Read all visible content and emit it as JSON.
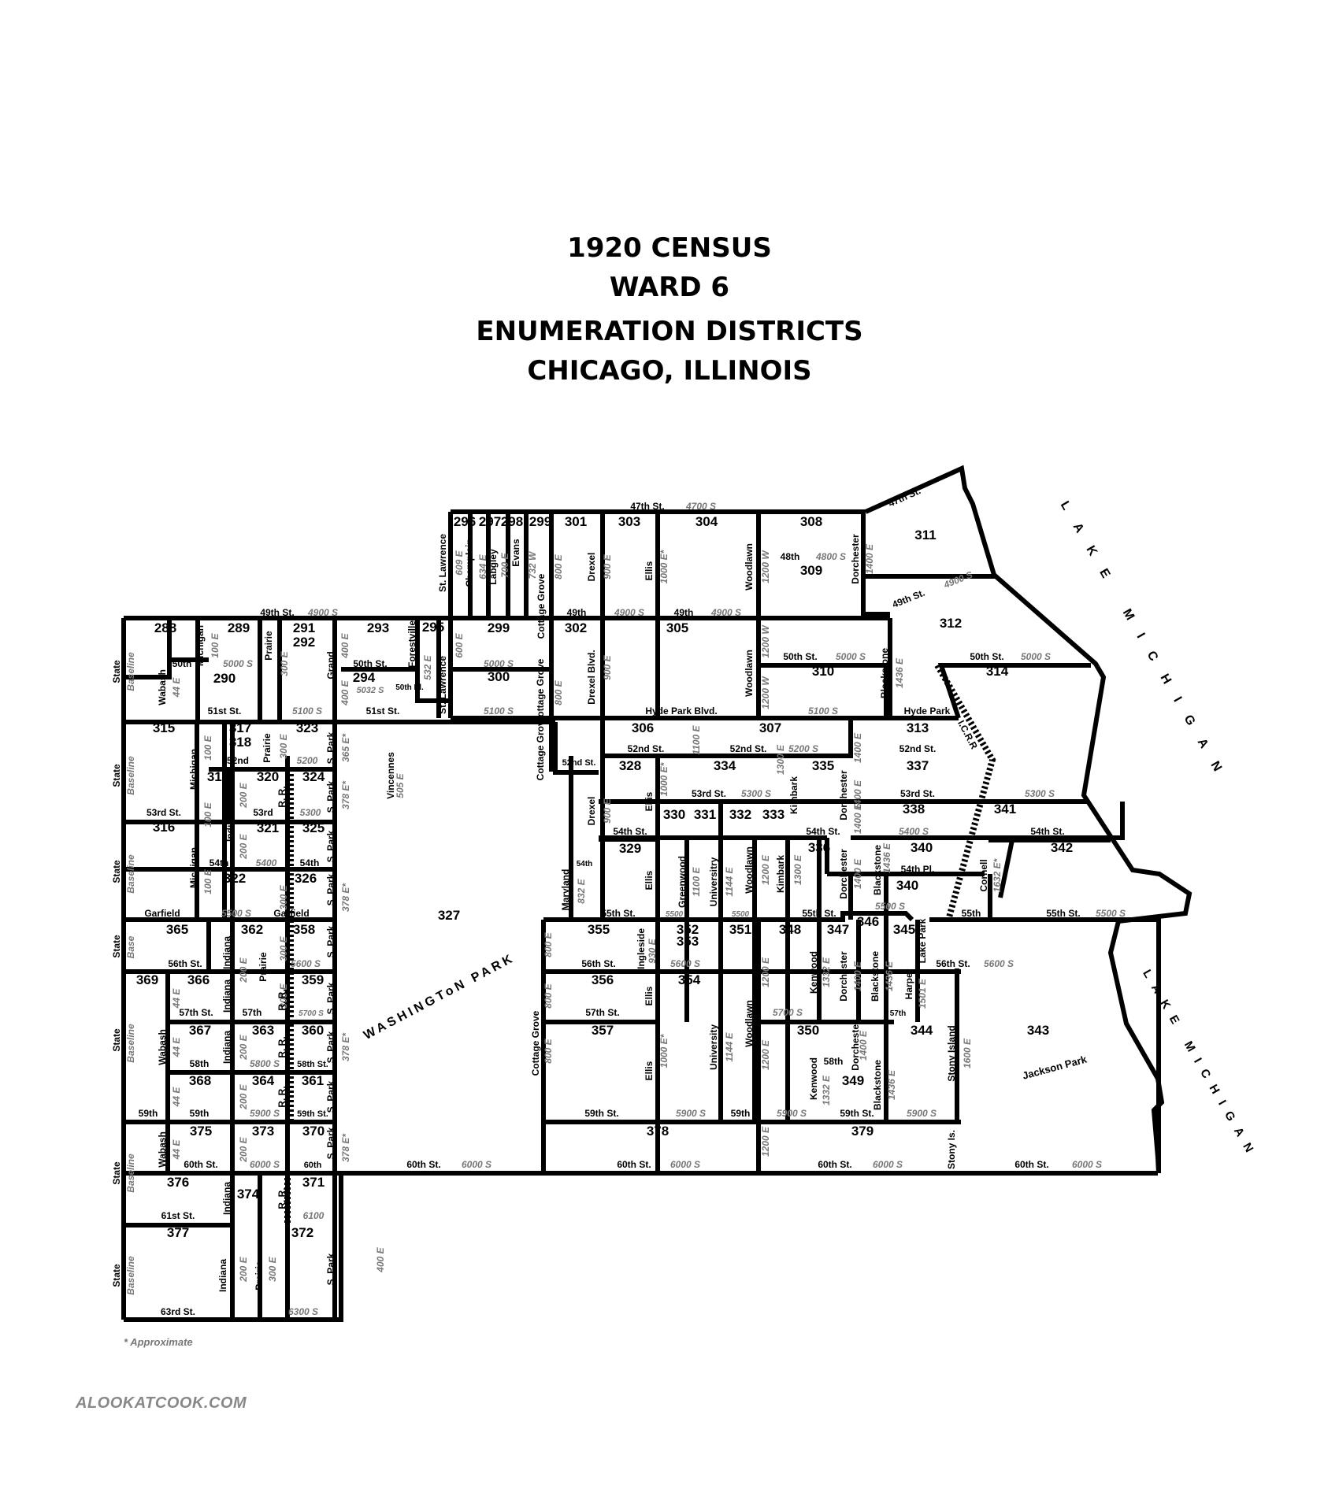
{
  "title": [
    "1920 CENSUS",
    "WARD 6",
    "ENUMERATION DISTRICTS",
    "CHICAGO, ILLINOIS"
  ],
  "footnote": "* Approximate",
  "site_credit": "ALOOKATCOOK.COM",
  "water_labels": {
    "lake_upper": "LAKE MICHIGAN",
    "lake_lower": "LAKE MICHIGAN"
  },
  "park_labels": {
    "washington_park": "WASHINGToN PARK",
    "jackson_park": "Jackson Park"
  },
  "railroad_label": "I.C.R.R",
  "districts": [
    "288",
    "289",
    "290",
    "291",
    "292",
    "293",
    "294",
    "295",
    "296",
    "297",
    "298",
    "299",
    "300",
    "301",
    "302",
    "303",
    "304",
    "305",
    "306",
    "307",
    "308",
    "309",
    "310",
    "311",
    "312",
    "313",
    "314",
    "315",
    "316",
    "317",
    "318",
    "319",
    "320",
    "321",
    "322",
    "323",
    "324",
    "325",
    "326",
    "327",
    "328",
    "329",
    "330",
    "331",
    "332",
    "333",
    "334",
    "335",
    "336",
    "337",
    "338",
    "340",
    "341",
    "342",
    "343",
    "344",
    "345",
    "346",
    "347",
    "348",
    "349",
    "350",
    "351",
    "352",
    "353",
    "354",
    "355",
    "356",
    "357",
    "358",
    "359",
    "360",
    "361",
    "362",
    "363",
    "364",
    "365",
    "366",
    "367",
    "368",
    "369",
    "370",
    "371",
    "372",
    "373",
    "374",
    "375",
    "376",
    "377",
    "378",
    "379"
  ],
  "streets": {
    "east_west": [
      "47th St.",
      "48th",
      "49th St.",
      "49th",
      "50th St.",
      "50th",
      "50th Pl.",
      "51st St.",
      "Hyde Park Blvd.",
      "Hyde Park",
      "52nd St.",
      "52nd",
      "53rd St.",
      "53rd",
      "54th St.",
      "54th",
      "54th Pl.",
      "55th St.",
      "55th",
      "Garfield",
      "56th St.",
      "57th St.",
      "57th",
      "58th",
      "58th St.",
      "59th",
      "59th St.",
      "60th",
      "60th St.",
      "61st St.",
      "63rd St."
    ],
    "north_south": [
      "State",
      "Wabash",
      "Michigan",
      "Indiana",
      "Prairie",
      "Grand",
      "S. Park",
      "Vincennes",
      "Forestville",
      "St. Lawrence",
      "Champlain",
      "Labgley",
      "Evans",
      "Cottage Grove",
      "Drexel",
      "Drexel Blvd.",
      "Ellis",
      "Greenwood",
      "University",
      "Universitry",
      "Woodlawn",
      "Kimbark",
      "Kenwood",
      "Dorchester",
      "Blackstone",
      "Harper",
      "Lake Park",
      "Cornell",
      "Stony Island",
      "Stony Is.",
      "Maryland",
      "Ingleside",
      "R. R."
    ]
  },
  "address_notes": [
    "4700 S",
    "4800 S",
    "4900 S",
    "5000 S",
    "5032 S",
    "5100 S",
    "5200 S",
    "5200",
    "5300 S",
    "5300",
    "5400 S",
    "5400",
    "5500 S",
    "5500",
    "5600 S",
    "5700 S",
    "5700",
    "5800 S",
    "5900 S",
    "5900",
    "6000 S",
    "6100",
    "6300 S",
    "Baseline",
    "Base",
    "44 E",
    "100 E",
    "200 E",
    "300 E",
    "365 E*",
    "378 E*",
    "400 E",
    "505 E",
    "532 E",
    "600 E",
    "609 E",
    "634 E",
    "700 E",
    "732 W",
    "800 E",
    "832 E",
    "900 E",
    "930 E",
    "1000 E*",
    "1100 E",
    "1144 E",
    "1200 E",
    "1200 W",
    "1300 E",
    "1332 E",
    "1400 E",
    "1436 E",
    "1501 E",
    "1600 E",
    "1632 E*"
  ]
}
